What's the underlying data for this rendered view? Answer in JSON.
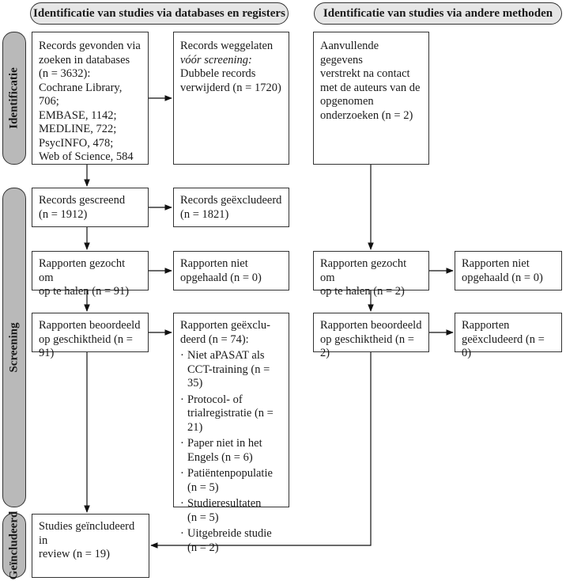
{
  "headers": {
    "databases": "Identificatie van studies via databases en registers",
    "other": "Identificatie van studies via andere methoden"
  },
  "phases": {
    "identification": "Identificatie",
    "screening": "Screening",
    "included": "Geïncludeerd"
  },
  "db": {
    "records_found": {
      "lines": [
        "Records gevonden via",
        "zoeken in databases",
        "(n = 3632):",
        "Cochrane Library,",
        "706;",
        "EMBASE, 1142;",
        "MEDLINE, 722;",
        "PsycINFO, 478;",
        "Web of Science, 584"
      ]
    },
    "records_removed": {
      "lines": [
        "Records weggelaten",
        "vóór screening:",
        "Dubbele records",
        "verwijderd  (n = 1720)"
      ]
    },
    "records_screened": {
      "lines": [
        "Records gescreend",
        "(n = 1912)"
      ]
    },
    "records_excluded": {
      "lines": [
        "Records geëxcludeerd",
        "(n = 1821)"
      ]
    },
    "reports_sought": {
      "lines": [
        "Rapporten gezocht om",
        "op te halen (n = 91)"
      ]
    },
    "reports_not_retrieved": {
      "lines": [
        "Rapporten niet",
        "opgehaald (n = 0)"
      ]
    },
    "reports_assessed": {
      "lines": [
        "Rapporten beoordeeld",
        "op geschiktheid (n = 91)"
      ]
    },
    "reports_excluded": {
      "title": [
        "Rapporten geëxclu-",
        "deerd (n = 74):"
      ],
      "items": [
        [
          "Niet aPASAT als",
          "CCT-training (n = 35)"
        ],
        [
          "Protocol- of",
          "trialregistratie (n = 21)"
        ],
        [
          "Paper niet in het",
          "Engels (n = 6)"
        ],
        [
          "Patiëntenpopulatie",
          "(n = 5)"
        ],
        [
          "Studieresultaten",
          "(n = 5)"
        ],
        [
          "Uitgebreide studie",
          "(n = 2)"
        ]
      ]
    },
    "included": {
      "lines": [
        "Studies geïncludeerd in",
        "review (n = 19)"
      ]
    }
  },
  "other": {
    "additional": {
      "lines": [
        "Aanvullende gegevens",
        "verstrekt na contact",
        "met de auteurs van de",
        "opgenomen",
        "onderzoeken (n = 2)"
      ]
    },
    "reports_sought": {
      "lines": [
        "Rapporten gezocht om",
        "op te halen (n = 2)"
      ]
    },
    "reports_not_retrieved": {
      "lines": [
        "Rapporten niet",
        "opgehaald (n = 0)"
      ]
    },
    "reports_assessed": {
      "lines": [
        "Rapporten beoordeeld",
        "op geschiktheid (n = 2)"
      ]
    },
    "reports_excluded": {
      "lines": [
        "Rapporten",
        "geëxcludeerd (n = 0)"
      ]
    }
  }
}
